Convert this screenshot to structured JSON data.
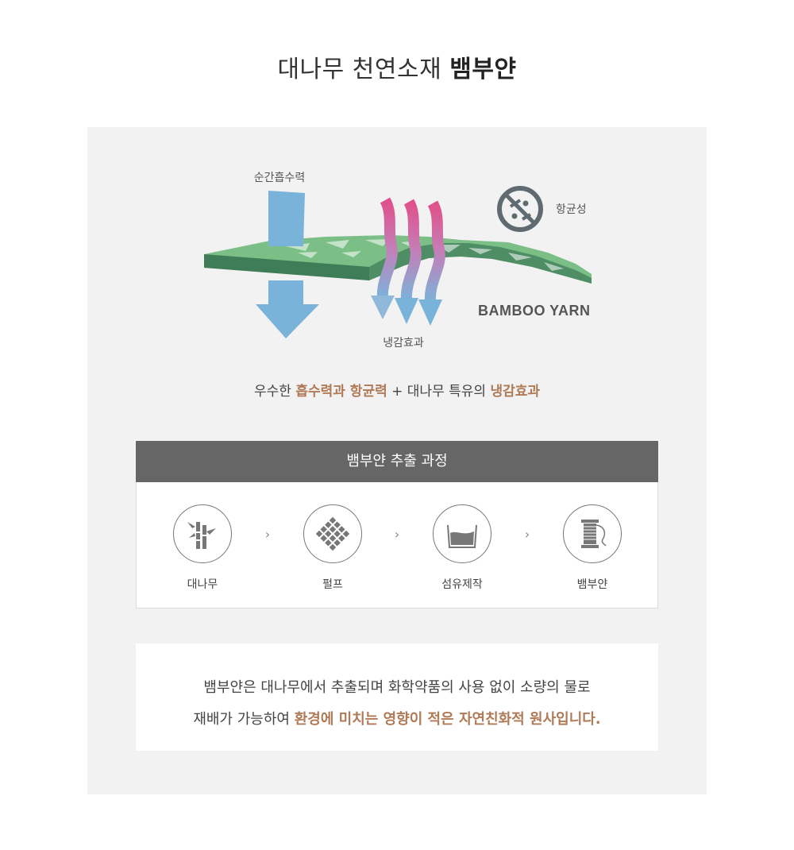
{
  "header": {
    "title_light": "대나무 천연소재",
    "title_bold": "뱀부얀"
  },
  "illustration": {
    "label_absorb": "순간흡수력",
    "label_antibac": "항균성",
    "label_cool": "냉감효과",
    "brand": "BAMBOO YARN",
    "colors": {
      "green": "#7bbf86",
      "green_dark": "#3f7d58",
      "blue": "#7ab3d9",
      "pink": "#e0508a",
      "gray_icon": "#5f6b70"
    },
    "icons": [
      "down-arrow-icon",
      "heat-wave-icon",
      "antibacterial-icon"
    ]
  },
  "tagline": {
    "prefix": "우수한 ",
    "hl1": "흡수력과 항균력",
    "middle": " + 대나무 특유의 ",
    "hl2": "냉감효과"
  },
  "process": {
    "title": "뱀부얀 추출 과정",
    "chevron": "›",
    "steps": [
      {
        "label": "대나무",
        "icon": "bamboo-icon"
      },
      {
        "label": "펄프",
        "icon": "pulp-icon"
      },
      {
        "label": "섬유제작",
        "icon": "fiber-bath-icon"
      },
      {
        "label": "뱀부얀",
        "icon": "thread-spool-icon"
      }
    ]
  },
  "description": {
    "line1": "뱀부얀은 대나무에서 추출되며 화학약품의 사용 없이 소량의 물로",
    "line2_prefix": "재배가 가능하여 ",
    "line2_hl": "환경에 미치는 영향이 적은 자연친화적 원사입니다."
  },
  "accent_color": "#b07a57"
}
